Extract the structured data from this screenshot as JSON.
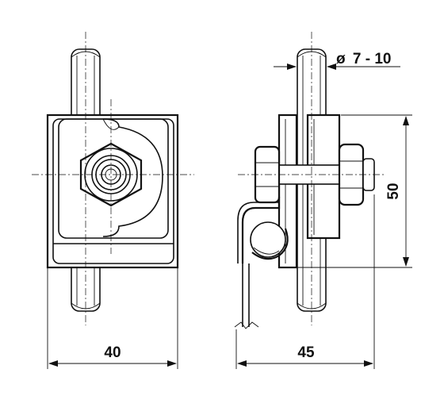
{
  "dimensions": {
    "front_width": {
      "value": "40"
    },
    "side_width": {
      "value": "45"
    },
    "side_height": {
      "value": "50"
    },
    "rod_diameter": {
      "symbol": "ø",
      "value": "7 - 10"
    }
  }
}
